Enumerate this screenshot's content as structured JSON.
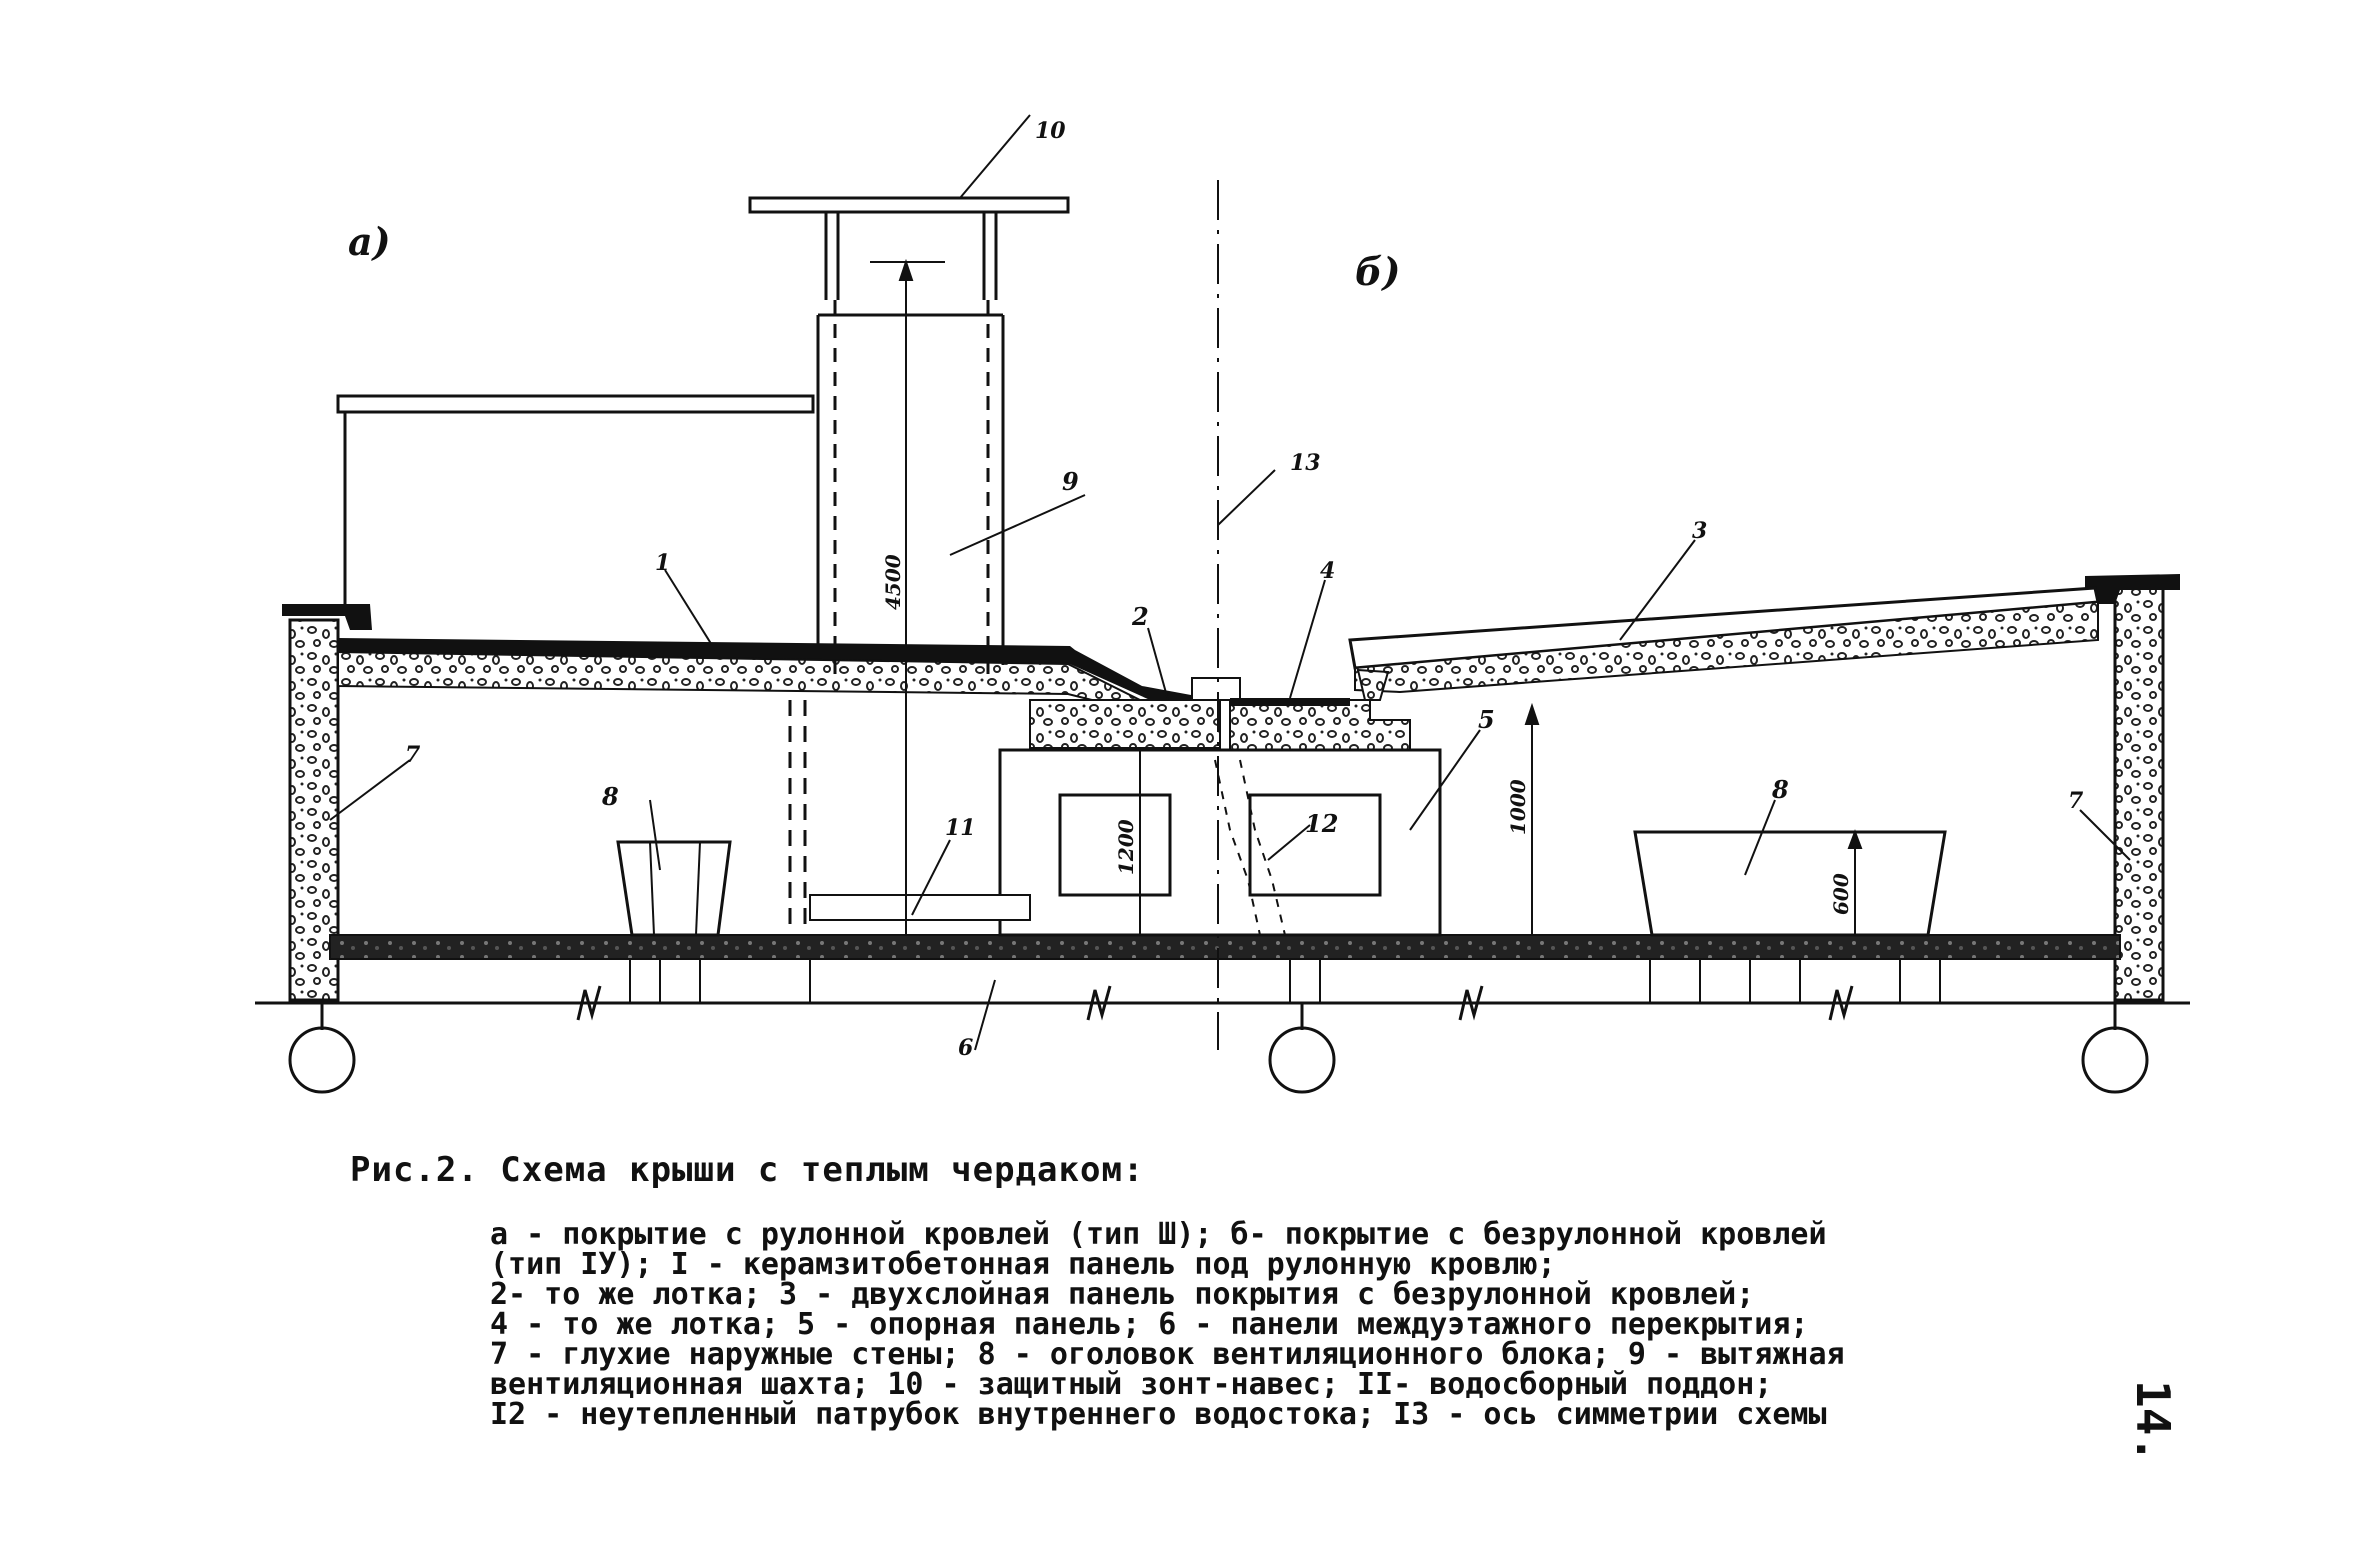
{
  "labels": {
    "part_a": "а)",
    "part_b": "б)",
    "n1": "1",
    "n2": "2",
    "n3": "3",
    "n4": "4",
    "n5": "5",
    "n6": "6",
    "n7_left": "7",
    "n7_right": "7",
    "n8_left": "8",
    "n8_right": "8",
    "n9": "9",
    "n10": "10",
    "n11": "11",
    "n12": "12",
    "n13": "13"
  },
  "dimensions": {
    "d4500": "4500",
    "d1200": "1200",
    "d1000": "1000",
    "d600": "600"
  },
  "caption": {
    "title": "Рис.2. Схема крыши с теплым   чердаком:",
    "lines": [
      "а - покрытие с рулонной кровлей (тип Ш); б- покрытие с безрулонной кровлей",
      "(тип IУ); I - керамзитобетонная панель          под рулонную кровлю;",
      "2- то же лотка; 3 - двухслойная панель покрытия с безрулонной кровлей;",
      "4 - то же лотка; 5 - опорная панель; 6 - панели междуэтажного перекрытия;",
      "7 - глухие наружные стены; 8 - оголовок вентиляционного блока; 9 - вытяжная",
      "вентиляционная шахта; 10 - защитный зонт-навес; II- водосборный поддон;",
      "I2 - неутепленный патрубок внутреннего водостока; I3 - ось симметрии схемы"
    ]
  },
  "page_number": "14."
}
